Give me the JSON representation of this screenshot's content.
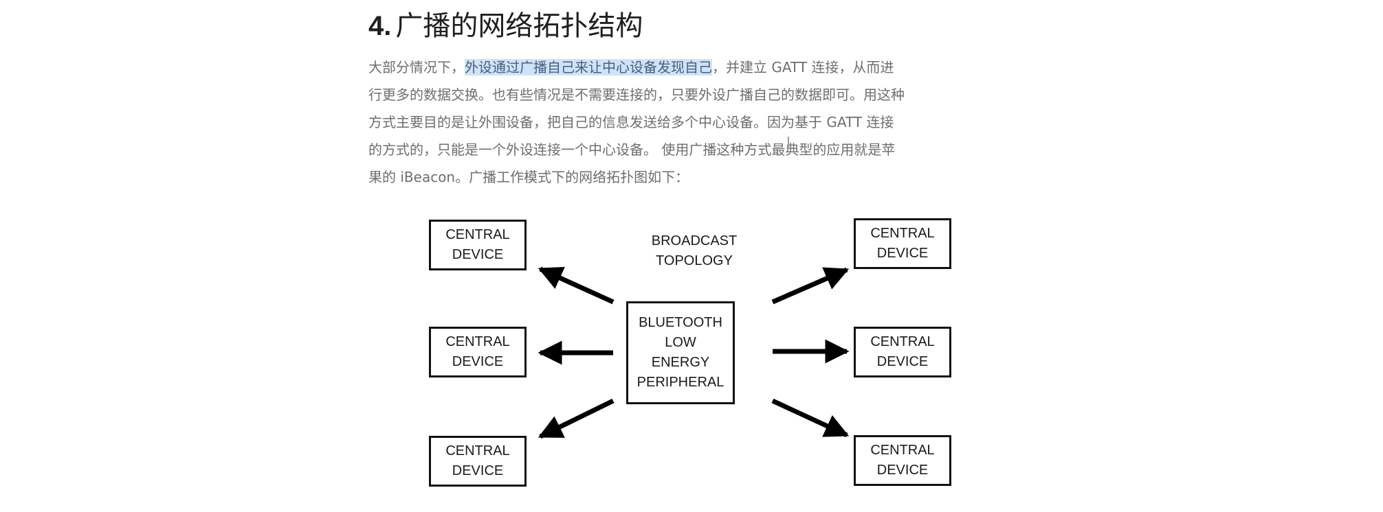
{
  "section": {
    "number": "4.",
    "title": "广播的网络拓扑结构"
  },
  "paragraph": {
    "line1": {
      "before": "大部分情况下，",
      "highlighted": "外设通过广播自己来让中心设备发现自己",
      "after": "，并建立 GATT 连接，从而进"
    },
    "line2": "行更多的数据交换。也有些情况是不需要连接的，只要外设广播自己的数据即可。用这种",
    "line3": "方式主要目的是让外围设备，把自己的信息发送给多个中心设备。因为基于 GATT 连接",
    "line4": "的方式的，只能是一个外设连接一个中心设备。 使用广播这种方式最典型的应用就是苹",
    "line5": "果的 iBeacon。广播工作模式下的网络拓扑图如下："
  },
  "diagram": {
    "topology_label": [
      "BROADCAST",
      "TOPOLOGY"
    ],
    "peripheral_label": [
      "BLUETOOTH",
      "LOW",
      "ENERGY",
      "PERIPHERAL"
    ],
    "central_label": [
      "CENTRAL",
      "DEVICE"
    ],
    "central_devices": [
      {
        "position": "top-left"
      },
      {
        "position": "middle-left"
      },
      {
        "position": "bottom-left"
      },
      {
        "position": "top-right"
      },
      {
        "position": "middle-right"
      },
      {
        "position": "bottom-right"
      }
    ],
    "arrow_color": "#000000"
  },
  "colors": {
    "highlight": "#cfe2f7",
    "body_text": "#6e6e6e",
    "heading_text": "#1f1f1f"
  }
}
